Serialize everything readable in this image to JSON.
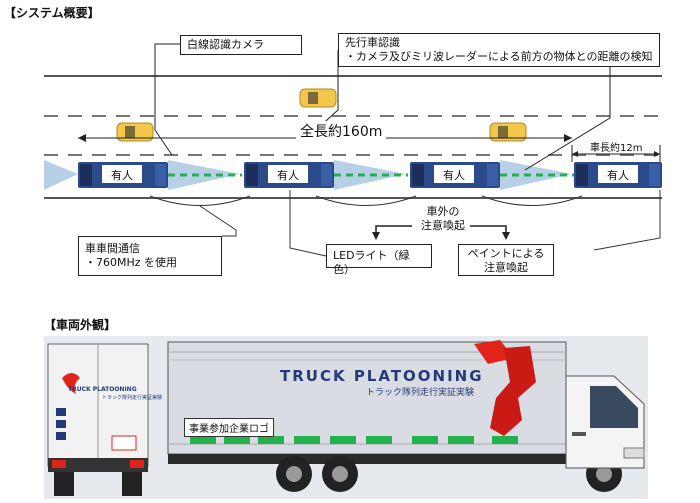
{
  "sections": {
    "overview_title": "【システム概要】",
    "exterior_title": "【車両外観】"
  },
  "labels": {
    "white_line_camera": "白線認識カメラ",
    "lead_vehicle_line1": "先行車認識",
    "lead_vehicle_line2": "・カメラ及びミリ波レーダーによる前方の物体との距離の検知",
    "total_length": "全長約160m",
    "vehicle_length": "車長約12m",
    "v2v_line1": "車車間通信",
    "v2v_line2": "・760MHz を使用",
    "led_light": "LEDライト（緑色）",
    "outside_line1": "車外の",
    "outside_line2": "注意喚起",
    "paint_line1": "ペイントによる",
    "paint_line2": "注意喚起"
  },
  "trucks": [
    {
      "driver": "有人"
    },
    {
      "driver": "有人"
    },
    {
      "driver": "有人"
    },
    {
      "driver": "有人"
    }
  ],
  "exterior": {
    "side_logo": "TRUCK PLATOONING",
    "side_subtitle": "トラック隊列走行実証実験",
    "company_logos_label": "事業参加企業ロゴ",
    "rear_logo": "TRUCK PLATOONING",
    "rear_subtitle": "トラック隊列走行実証実験"
  },
  "colors": {
    "truck_blue": "#2b4a8a",
    "led_green": "#22b14c",
    "sensor_cone": "#b8cfe8",
    "logo_red": "#e0241b",
    "logo_navy": "#233a7a",
    "car_yellow": "#f3c74a"
  }
}
